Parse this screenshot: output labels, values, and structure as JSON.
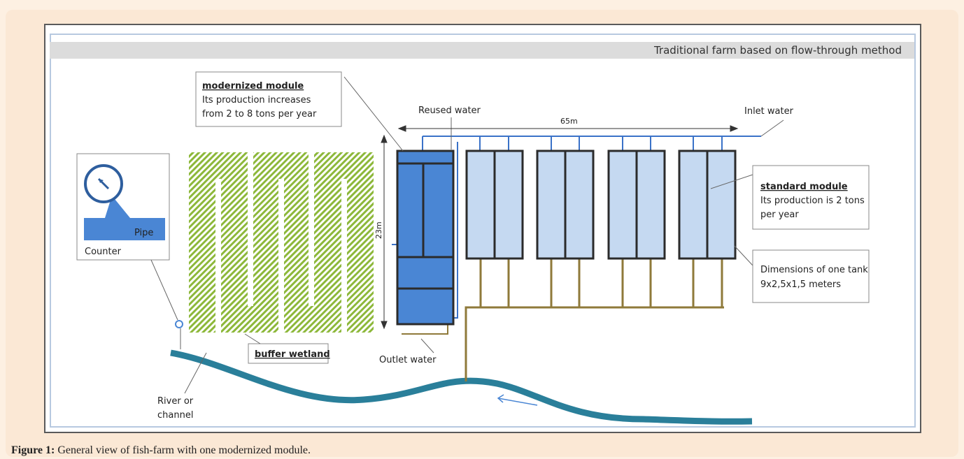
{
  "title": "Traditional farm based on flow-through method",
  "modernized": {
    "heading": "modernized module",
    "line1": "Its production  increases",
    "line2": "from  2 to 8 tons per year"
  },
  "standard": {
    "heading": "standard module",
    "line1": "Its production  is 2 tons",
    "line2": "per year"
  },
  "dimensions": {
    "line1": "Dimensions of one tank",
    "line2": "9x2,5x1,5 meters"
  },
  "labels": {
    "reused_water": "Reused water",
    "inlet_water": "Inlet water",
    "length": "65m",
    "width": "23m",
    "pipe": "Pipe",
    "counter": "Counter",
    "buffer_wetland": "buffer wetland",
    "outlet_water": "Outlet water",
    "river_line1": "River or",
    "river_line2": "channel"
  },
  "caption": {
    "prefix": "Figure 1:",
    "text": " General view of fish-farm with one modernized module."
  },
  "colors": {
    "wetland": "#8db83a",
    "modernized_tank": "#4a86d4",
    "standard_tank": "#c5d9f1",
    "inlet_pipe": "#3a72c8",
    "outlet_pipe": "#8f7a3a",
    "river": "#2a7f9a"
  }
}
